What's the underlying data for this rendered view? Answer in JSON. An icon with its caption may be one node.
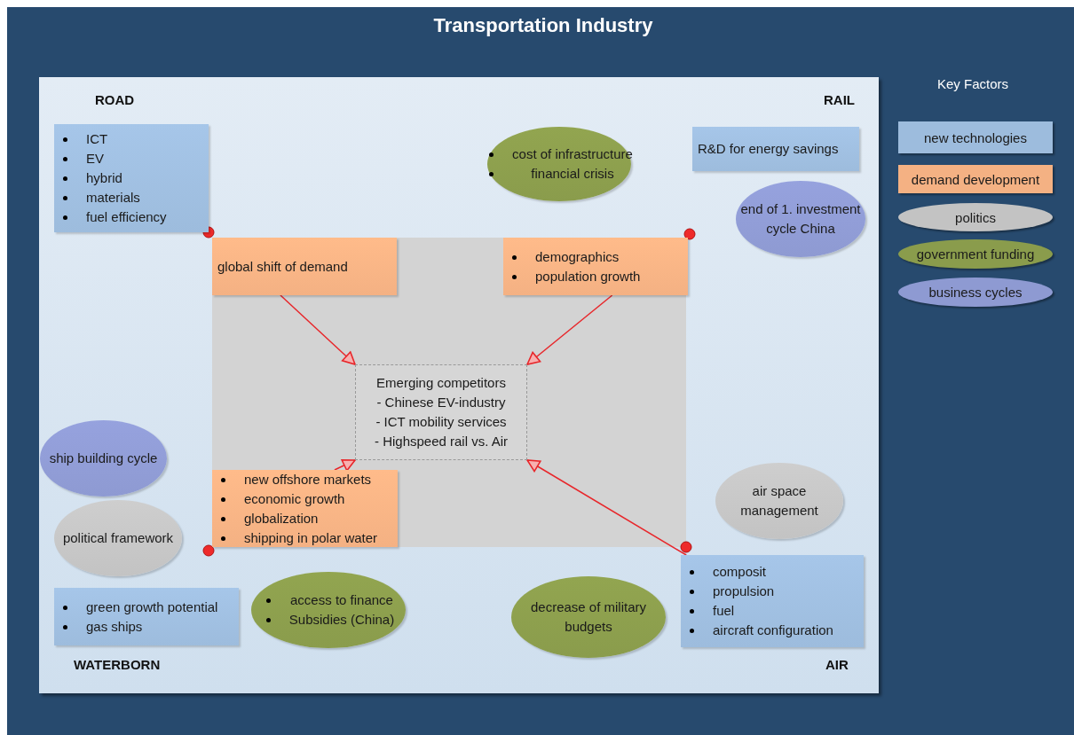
{
  "diagram": {
    "title": "Transportation Industry",
    "nodes": [
      {
        "text": [
          "ICT",
          "EV",
          "hybrid",
          "materials",
          "fuel efficiency"
        ]
      },
      {
        "text": [
          "cost of infrastructure",
          "financial crisis"
        ]
      },
      {
        "text": [
          "R&D for energy savings"
        ]
      },
      {
        "text": [
          "end of 1. investment cycle China"
        ]
      },
      {
        "text": [
          "global shift of demand"
        ]
      },
      {
        "text": [
          "demographics",
          "population growth"
        ]
      },
      {
        "text": [
          "Emerging competitors",
          "- Chinese EV-industry",
          "- ICT mobility services",
          "- Highspeed rail vs. Air"
        ]
      },
      {
        "text": [
          "ship building cycle"
        ]
      },
      {
        "text": [
          "new offshore markets",
          "economic growth",
          "globalization",
          "shipping in polar water"
        ]
      },
      {
        "text": [
          "air space management"
        ]
      },
      {
        "text": [
          "political framework"
        ]
      },
      {
        "text": [
          "green growth potential",
          "gas ships"
        ]
      },
      {
        "text": [
          "access to finance",
          "Subsidies (China)"
        ]
      },
      {
        "text": [
          "decrease of military budgets"
        ]
      },
      {
        "text": [
          "composit",
          "propulsion",
          "fuel",
          "aircraft configuration"
        ]
      }
    ],
    "edges": [
      {
        "from": 4,
        "to": 6,
        "arrow": "to"
      },
      {
        "from": 5,
        "to": 6,
        "arrow": "to"
      },
      {
        "from": 8,
        "to": 6,
        "arrow": "to"
      },
      {
        "from": 14,
        "to": 6,
        "arrow": "to"
      }
    ],
    "labels": [
      "ROAD",
      "RAIL",
      "Key Factors",
      "WATERBORN",
      "AIR"
    ],
    "legend": [
      {
        "text": "new technologies",
        "color": "#9dbcdd"
      },
      {
        "text": "demand development",
        "color": "#f4b183"
      },
      {
        "text": "politics",
        "color": "#c3c3c3"
      },
      {
        "text": "government funding",
        "color": "#8a9c4c"
      },
      {
        "text": "business cycles",
        "color": "#8e9ad2"
      }
    ]
  }
}
